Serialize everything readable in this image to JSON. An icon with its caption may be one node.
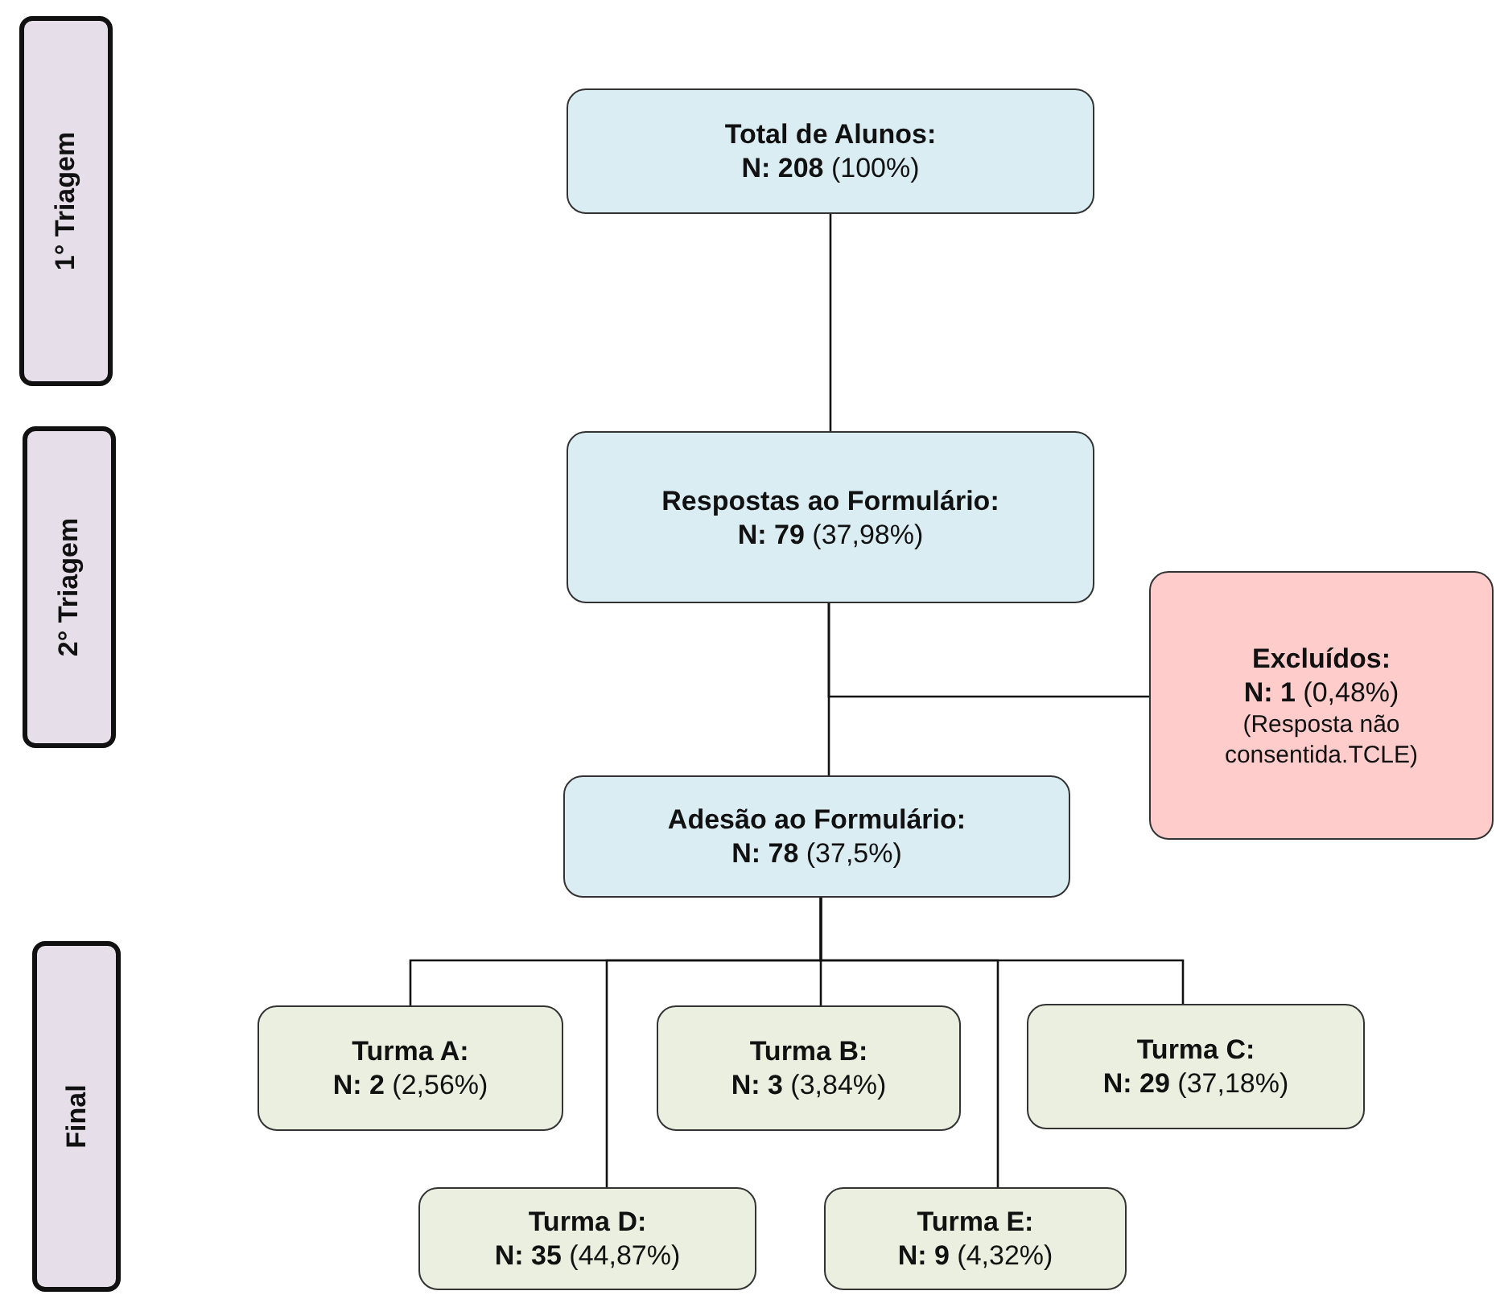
{
  "diagram": {
    "nodes": [
      {
        "text": [
          "1° Triagem"
        ]
      },
      {
        "text": [
          "2° Triagem"
        ]
      },
      {
        "text": [
          "Final"
        ]
      },
      {
        "text": [
          "Total de Alunos:",
          "**N: 208** (100%)"
        ]
      },
      {
        "text": [
          "Respostas ao Formulário:",
          "**N: 79** (37,98%)"
        ]
      },
      {
        "text": [
          "Excluídos:",
          "**N: 1** (0,48%)",
          "(Resposta não consentida.TCLE)"
        ]
      },
      {
        "text": [
          "Adesão ao Formulário:",
          "**N: 78** (37,5%)"
        ]
      },
      {
        "text": [
          "Turma A:",
          "**N: 2** (2,56%)"
        ]
      },
      {
        "text": [
          "Turma B:",
          "**N: 3** (3,84%)"
        ]
      },
      {
        "text": [
          "Turma C:",
          "**N: 29** (37,18%)"
        ]
      },
      {
        "text": [
          "Turma D:",
          "**N: 35** (44,87%)"
        ]
      },
      {
        "text": [
          "Turma E:",
          "**N: 9** (4,32%)"
        ]
      }
    ],
    "edges": [
      {
        "from": 3,
        "to": 4,
        "arrow": "none"
      },
      {
        "from": 4,
        "to": 6,
        "arrow": "none"
      },
      {
        "from": 4,
        "to": 5,
        "arrow": "none"
      },
      {
        "from": 6,
        "to": 7,
        "arrow": "none"
      },
      {
        "from": 6,
        "to": 8,
        "arrow": "none"
      },
      {
        "from": 6,
        "to": 9,
        "arrow": "none"
      },
      {
        "from": 6,
        "to": 10,
        "arrow": "none"
      },
      {
        "from": 6,
        "to": 11,
        "arrow": "none"
      }
    ]
  }
}
